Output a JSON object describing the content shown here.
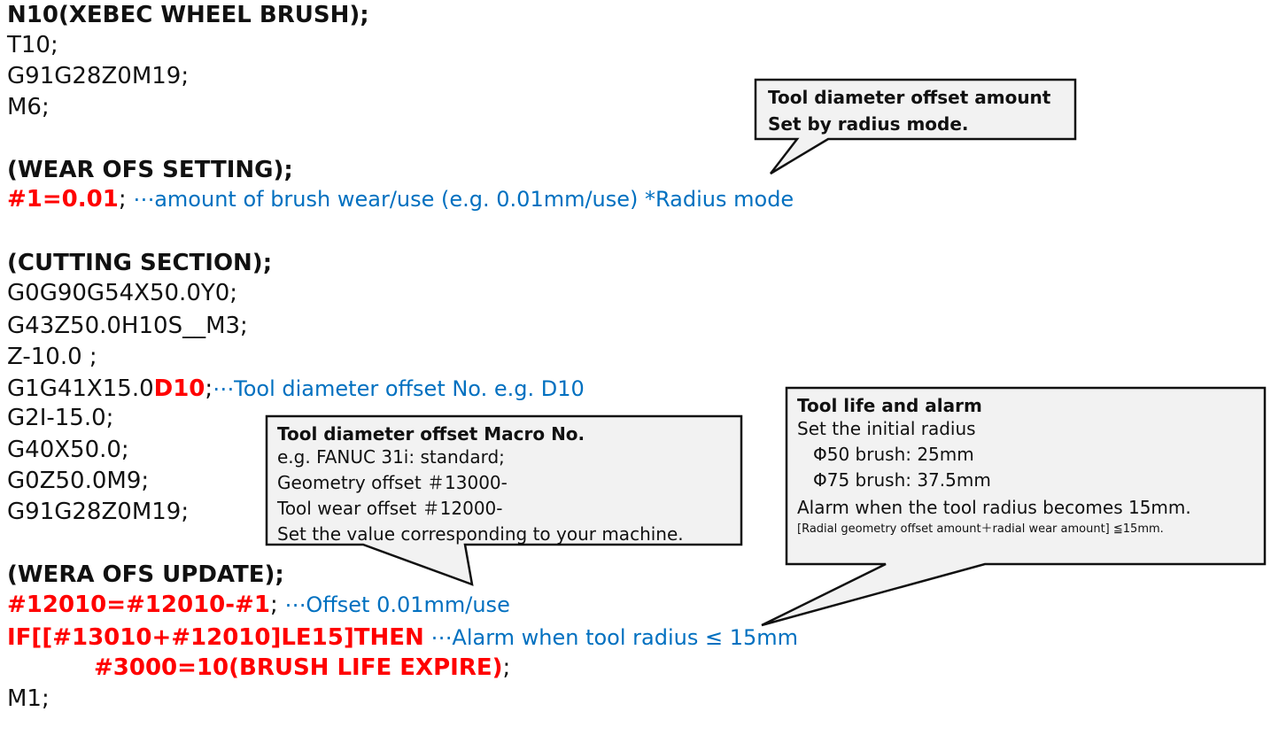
{
  "code": {
    "l1": "N10(XEBEC WHEEL BRUSH);",
    "l2": "T10;",
    "l3": "G91G28Z0M19;",
    "l4": "M6;",
    "l5": "(WEAR OFS SETTING);",
    "l6_code": "#1=0.01",
    "l6_semi": ";",
    "l6_comment": " ⋯amount of brush wear/use (e.g. 0.01mm/use) *Radius mode",
    "l7": "(CUTTING SECTION);",
    "l8": "G0G90G54X50.0Y0;",
    "l9": "G43Z50.0H10S__M3;",
    "l10": "Z-10.0 ;",
    "l11_pre": "G1G41X15.0",
    "l11_code": "D10",
    "l11_semi": ";",
    "l11_comment": "⋯Tool diameter offset No. e.g. D10",
    "l12": "G2I-15.0;",
    "l13": "G40X50.0;",
    "l14": "G0Z50.0M9;",
    "l15": "G91G28Z0M19;",
    "l16": "(WERA OFS UPDATE);",
    "l17_code": "#12010=#12010-#1",
    "l17_semi": ";",
    "l17_comment": " ⋯Offset 0.01mm/use",
    "l18_code": "IF[[#13010+#12010]LE15]THEN",
    "l18_comment": " ⋯Alarm when tool radius ≤ 15mm",
    "l19_code": "#3000=10(BRUSH LIFE EXPIRE)",
    "l19_semi": ";",
    "l20": "M1;"
  },
  "callout_radius": {
    "title": "Tool diameter offset amount",
    "line1": "Set by radius mode."
  },
  "callout_macro": {
    "title": "Tool diameter offset Macro No.",
    "line1": "e.g. FANUC 31i: standard;",
    "line2": "Geometry offset ＃13000-",
    "line3": "Tool wear offset ＃12000-",
    "line4": "Set the value corresponding to your machine."
  },
  "callout_life": {
    "title": "Tool life and alarm",
    "line1": "Set the initial radius",
    "line2": "Φ50 brush: 25mm",
    "line3": "Φ75 brush: 37.5mm",
    "line4": "Alarm when the tool radius becomes 15mm.",
    "line5": "[Radial geometry offset amount＋radial wear amount] ≦15mm."
  },
  "colors": {
    "code_red": "#ff0000",
    "comment_blue": "#0070c0",
    "callout_fill": "#f2f2f2",
    "callout_border": "#111111"
  }
}
